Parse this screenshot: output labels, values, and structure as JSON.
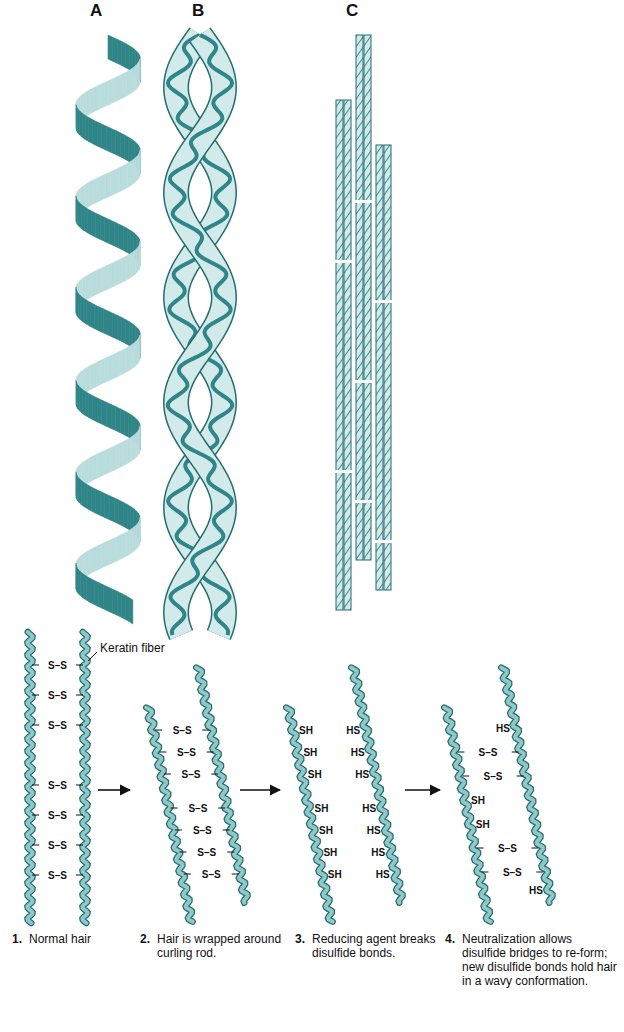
{
  "diagram": {
    "labels": [
      "A",
      "B",
      "C",
      "Keratin fiber",
      "S–S",
      "S–S",
      "S–S",
      "S–S",
      "S–S",
      "S–S",
      "S–S",
      "S–S",
      "S–S",
      "S–S",
      "S–S",
      "S–S",
      "S–S",
      "S–S",
      "SH",
      "HS",
      "SH",
      "HS",
      "SH",
      "HS",
      "SH",
      "HS",
      "SH",
      "HS",
      "SH",
      "HS",
      "SH",
      "HS",
      "HS",
      "S–S",
      "S–S",
      "SH",
      "SH",
      "S–S",
      "S–S",
      "HS",
      "1.",
      "Normal hair",
      "2.",
      "Hair is wrapped around curling rod.",
      "3.",
      "Reducing agent breaks disulfide bonds.",
      "4.",
      "Neutralization allows disulfide bridges to re-form; new disulfide bonds hold hair in a wavy conformation."
    ]
  }
}
